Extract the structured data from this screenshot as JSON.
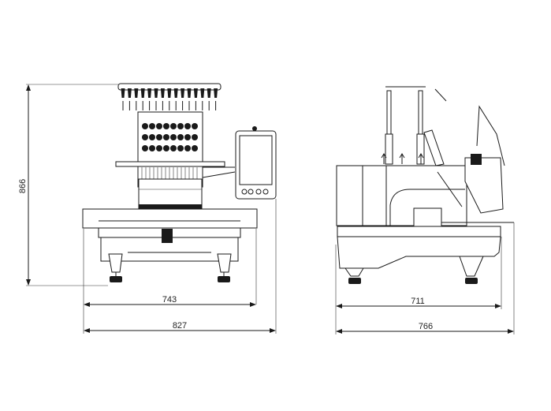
{
  "drawing": {
    "front_view": {
      "height_dimension": "866",
      "inner_width_dimension": "743",
      "overall_width_dimension": "827"
    },
    "side_view": {
      "inner_depth_dimension": "711",
      "overall_depth_dimension": "766"
    },
    "line_color": "#1a1a1a"
  }
}
